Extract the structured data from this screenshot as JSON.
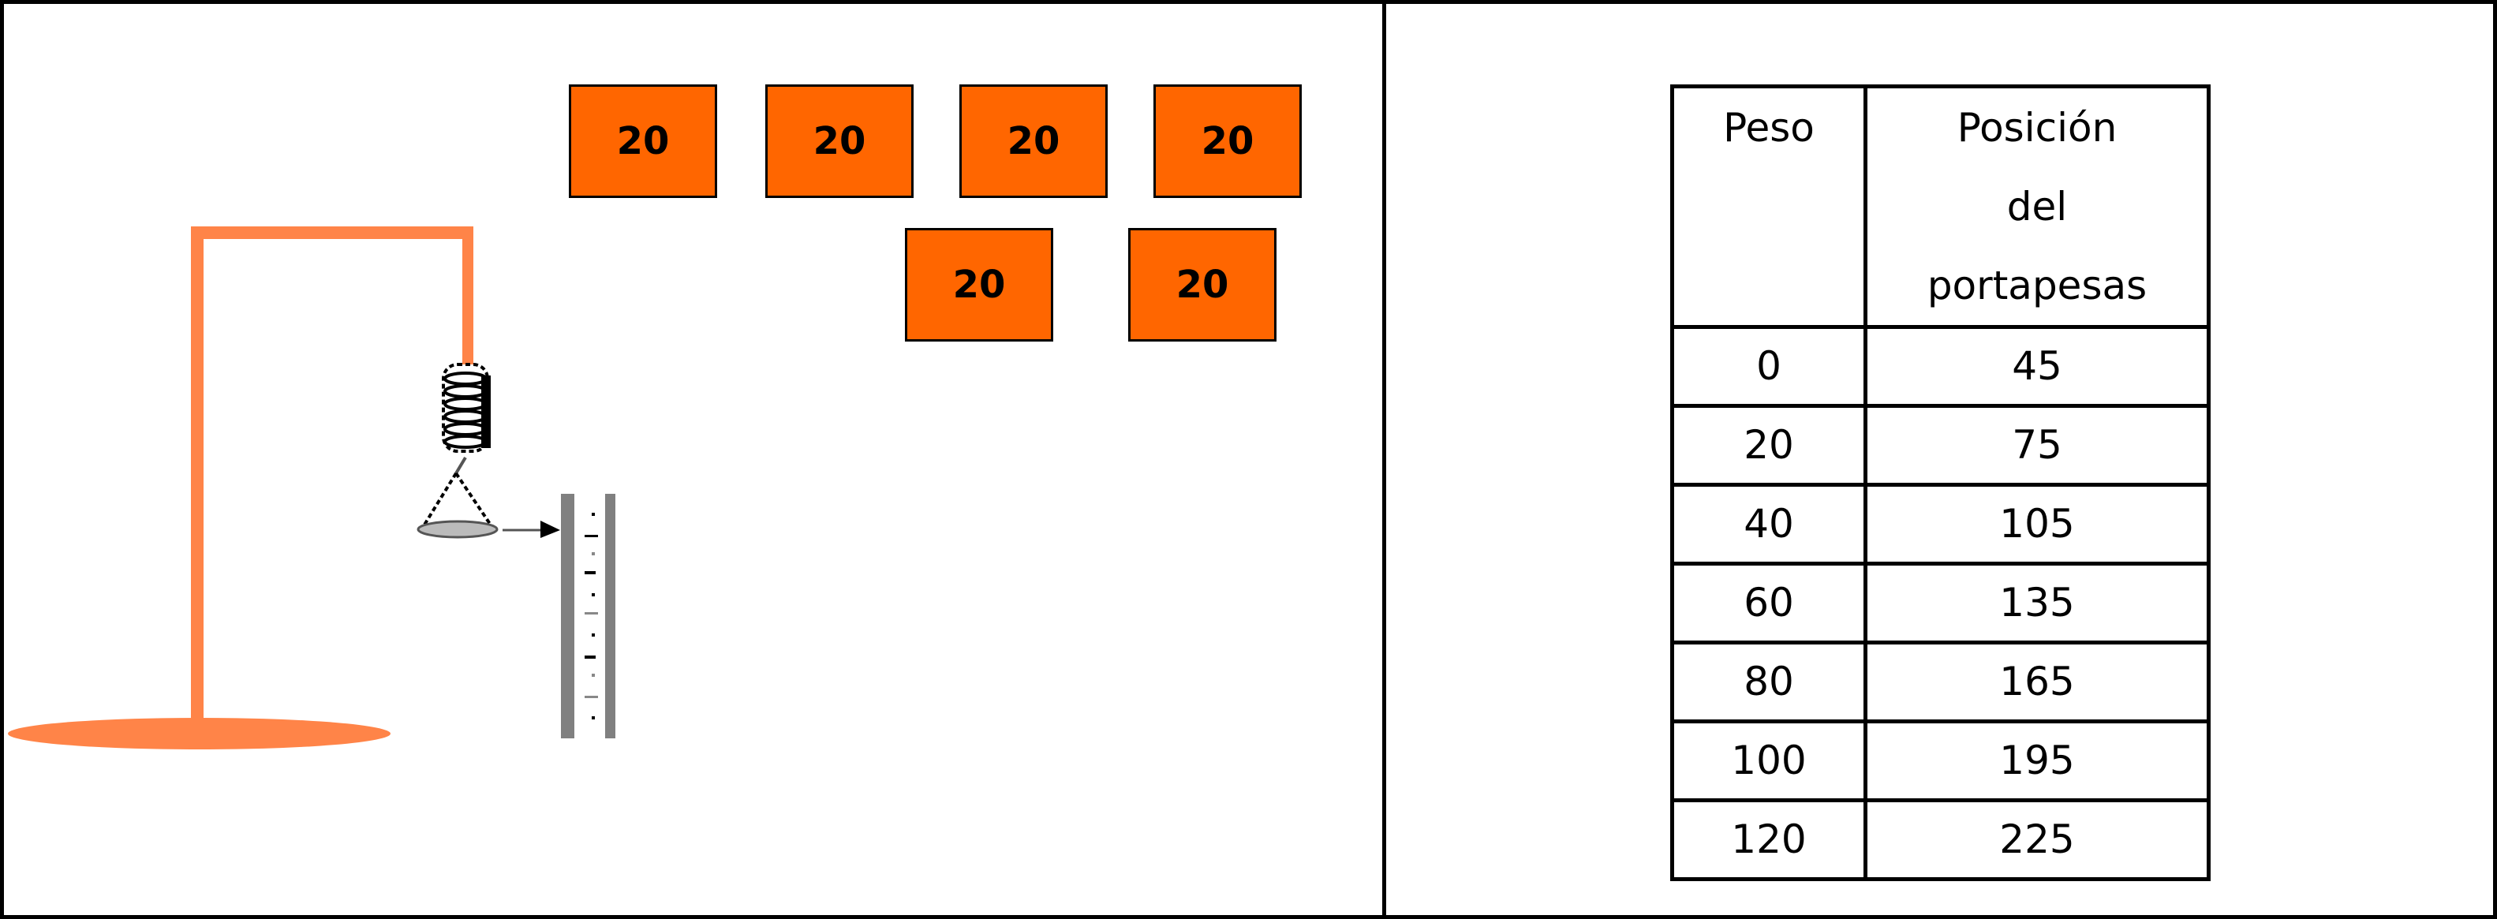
{
  "colors": {
    "weight_fill": "#ff6600",
    "stand": "#ff8448",
    "ruler": "#808080"
  },
  "weights": [
    "20",
    "20",
    "20",
    "20",
    "20",
    "20"
  ],
  "table": {
    "headers": [
      "Peso",
      "Posición del portapesas"
    ],
    "header_lines": [
      "Posición",
      "del",
      "portapesas"
    ],
    "rows": [
      [
        "0",
        "45"
      ],
      [
        "20",
        "75"
      ],
      [
        "40",
        "105"
      ],
      [
        "60",
        "135"
      ],
      [
        "80",
        "165"
      ],
      [
        "100",
        "195"
      ],
      [
        "120",
        "225"
      ]
    ]
  }
}
